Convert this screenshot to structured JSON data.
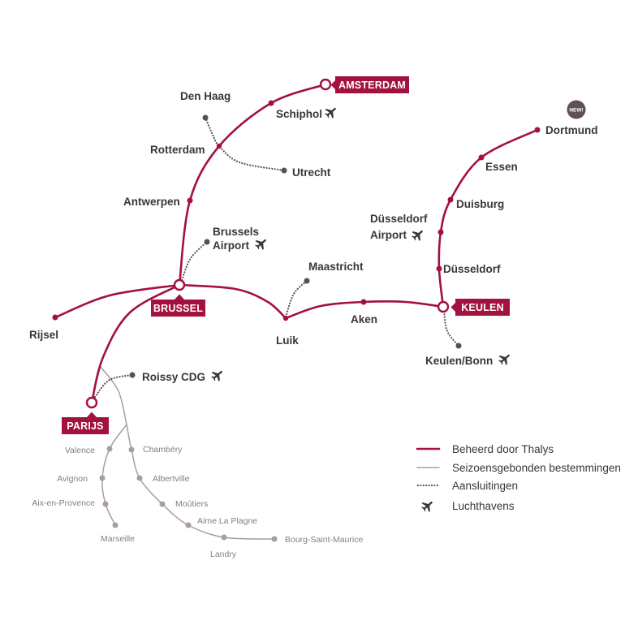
{
  "colors": {
    "thalys_line": "#a3113e",
    "seasonal_line": "#aa9d9b",
    "connection_line": "#5b4e4f",
    "label_text": "#3d3435",
    "seasonal_text": "#8a7d7c",
    "hub_label_background": "#a3113e",
    "badge_background": "#5d5152"
  },
  "hubs": {
    "amsterdam": "AMSTERDAM",
    "brussel": "BRUSSEL",
    "keulen": "KEULEN",
    "parijs": "PARIJS"
  },
  "stations": {
    "den_haag": {
      "label": "Den Haag"
    },
    "schiphol": {
      "label": "Schiphol",
      "icon": "airplane-icon"
    },
    "rotterdam": {
      "label": "Rotterdam"
    },
    "utrecht": {
      "label": "Utrecht"
    },
    "antwerpen": {
      "label": "Antwerpen"
    },
    "brussels_airport": {
      "label_lines": [
        "Brussels",
        "Airport"
      ],
      "icon": "airplane-icon"
    },
    "rijsel": {
      "label": "Rijsel"
    },
    "luik": {
      "label": "Luik"
    },
    "maastricht": {
      "label": "Maastricht"
    },
    "aken": {
      "label": "Aken"
    },
    "keulen_bonn": {
      "label": "Keulen/Bonn",
      "icon": "airplane-icon"
    },
    "dusseldorf": {
      "label": "Düsseldorf"
    },
    "dusseldorf_airport": {
      "label_lines": [
        "Düsseldorf",
        "Airport"
      ],
      "icon": "airplane-icon"
    },
    "duisburg": {
      "label": "Duisburg"
    },
    "essen": {
      "label": "Essen"
    },
    "dortmund": {
      "label": "Dortmund",
      "badge": "NEW!"
    },
    "roissy_cdg": {
      "label": "Roissy CDG",
      "icon": "airplane-icon"
    }
  },
  "seasonal_stations": {
    "valence": "Valence",
    "avignon": "Avignon",
    "aix_en_provence": "Aix-en-Provence",
    "marseille": "Marseille",
    "chambery": "Chambéry",
    "albertville": "Albertville",
    "moutiers": "Moûtiers",
    "aime_la_plagne": "Aime La Plagne",
    "landry": "Landry",
    "bourg_saint_maurice": "Bourg-Saint-Maurice"
  },
  "legend": {
    "thalys": "Beheerd door Thalys",
    "seasonal": "Seizoensgebonden bestemmingen",
    "connections": "Aansluitingen",
    "airports": {
      "label": "Luchthavens",
      "icon": "airplane-icon"
    }
  }
}
